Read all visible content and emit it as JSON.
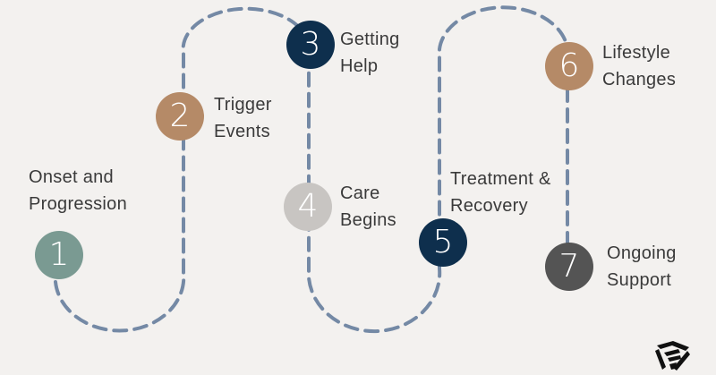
{
  "steps": [
    {
      "number": "1",
      "line1": "Onset and",
      "line2": "Progression",
      "color": "#7a9a92"
    },
    {
      "number": "2",
      "line1": "Trigger",
      "line2": "Events",
      "color": "#b58a67"
    },
    {
      "number": "3",
      "line1": "Getting",
      "line2": "Help",
      "color": "#0e2f4d"
    },
    {
      "number": "4",
      "line1": "Care",
      "line2": "Begins",
      "color": "#c8c5c2"
    },
    {
      "number": "5",
      "line1": "Treatment &",
      "line2": "Recovery",
      "color": "#0e2f4d"
    },
    {
      "number": "6",
      "line1": "Lifestyle",
      "line2": "Changes",
      "color": "#b58a67"
    },
    {
      "number": "7",
      "line1": "Ongoing",
      "line2": "Support",
      "color": "#545454"
    }
  ],
  "colors": {
    "background": "#f3f1ef",
    "path": "#7489a5",
    "text": "#3a3a3a",
    "logo": "#111111"
  },
  "logo_icon": "geometric-logo-icon"
}
